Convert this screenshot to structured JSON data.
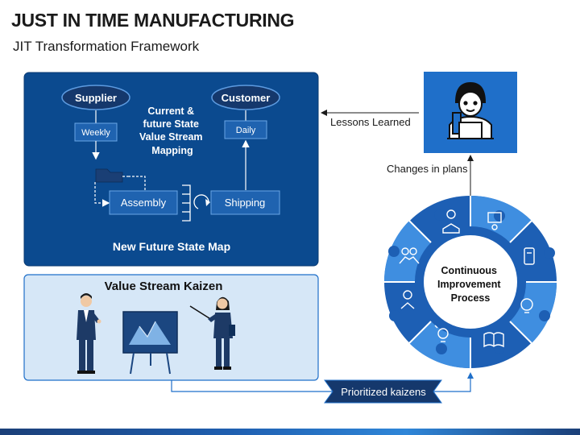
{
  "header": {
    "title": "JUST IN TIME MANUFACTURING",
    "subtitle": "JIT Transformation Framework"
  },
  "future_state_panel": {
    "supplier": "Supplier",
    "customer": "Customer",
    "weekly": "Weekly",
    "daily": "Daily",
    "center_text": [
      "Current &",
      "future State",
      "Value Stream",
      "Mapping"
    ],
    "assembly": "Assembly",
    "shipping": "Shipping",
    "caption": "New Future State  Map"
  },
  "kaizen_panel": {
    "title": "Value Stream Kaizen"
  },
  "cycle": {
    "center_text": [
      "Continuous",
      "Improvement",
      "Process"
    ]
  },
  "arrows": {
    "lessons_learned": "Lessons Learned",
    "changes_in_plans": "Changes in plans",
    "prioritized_kaizens": "Prioritized kaizens"
  },
  "colors": {
    "dark_panel": "#0b4a8f",
    "light_panel": "#d6e7f7",
    "accent_blue": "#1f6fc9",
    "navy": "#15386c",
    "ring_dark": "#1d5fb4",
    "ring_light": "#3f8ee0"
  }
}
